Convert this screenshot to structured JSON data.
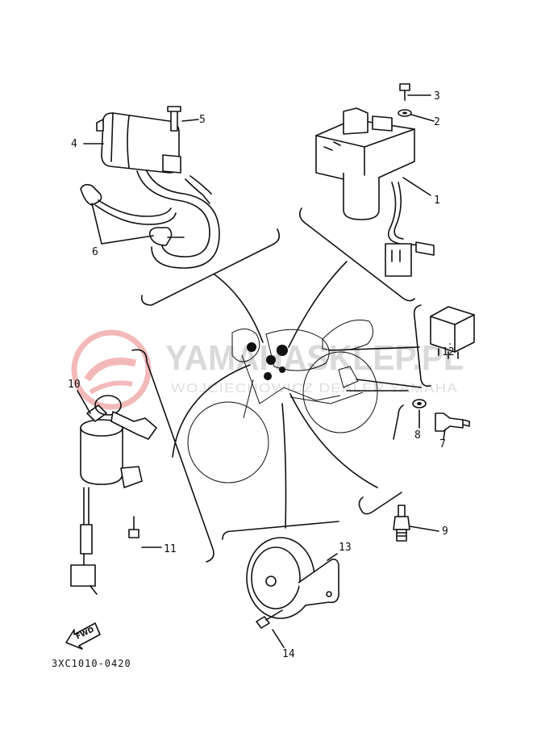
{
  "diagram_code": "3XC1010-0420",
  "fwd_label": "FWD",
  "watermark": {
    "title": "YAMAHASKLEP.PL",
    "subtitle": "WOJCIECHOWICZ DEALER YAMAHA",
    "logo_color": "#f3b9b9",
    "text_color": "#d9d9d9"
  },
  "parts": [
    {
      "id": "1",
      "label": "1"
    },
    {
      "id": "2",
      "label": "2"
    },
    {
      "id": "3",
      "label": "3"
    },
    {
      "id": "4",
      "label": "4"
    },
    {
      "id": "5",
      "label": "5"
    },
    {
      "id": "6",
      "label": "6"
    },
    {
      "id": "7",
      "label": "7"
    },
    {
      "id": "8",
      "label": "8"
    },
    {
      "id": "9",
      "label": "9"
    },
    {
      "id": "10",
      "label": "10"
    },
    {
      "id": "11",
      "label": "11"
    },
    {
      "id": "12",
      "label": "12"
    },
    {
      "id": "13",
      "label": "13"
    },
    {
      "id": "14",
      "label": "14"
    }
  ]
}
